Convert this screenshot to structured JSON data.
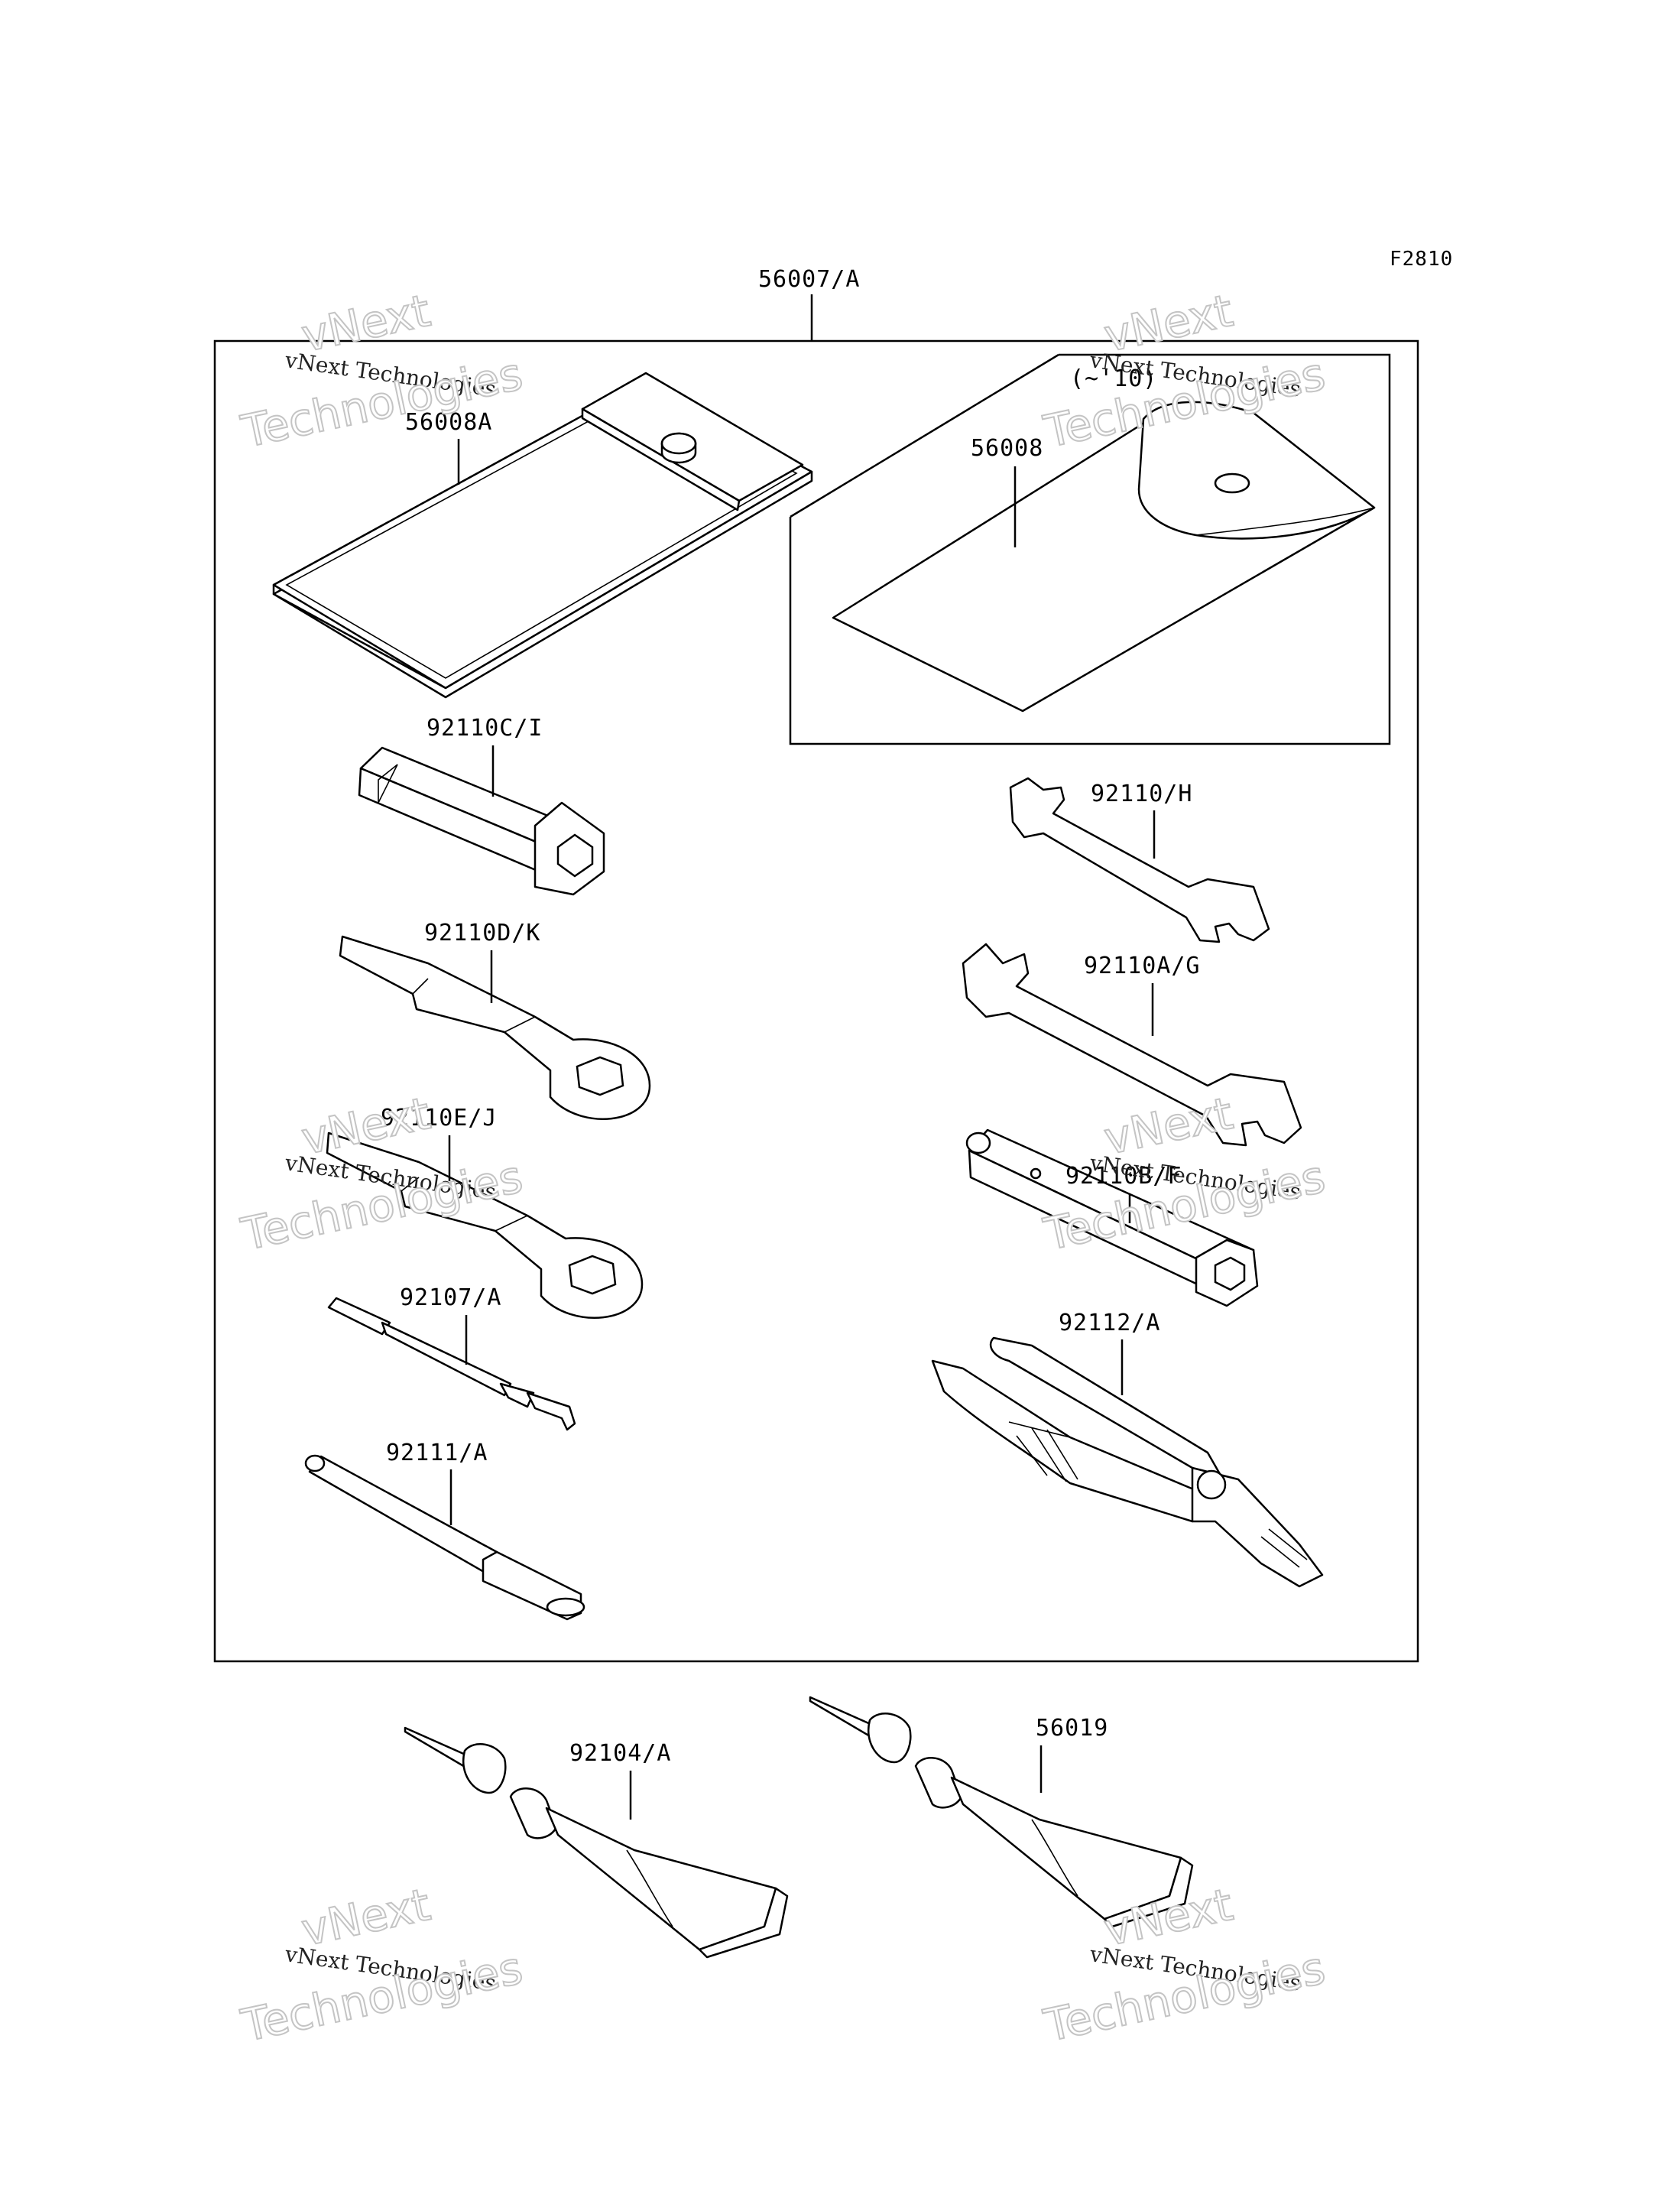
{
  "diagram": {
    "figure_code": "F2810",
    "kit_label": "56007/A",
    "note_label": "(~'10)",
    "part_labels": {
      "bag_a": "56008A",
      "bag_b": "56008",
      "socket": "92110C/I",
      "ring_1": "92110D/K",
      "ring_2": "92110E/J",
      "screwdriver": "92107/A",
      "handle": "92111/A",
      "wrench_small": "92110/H",
      "wrench_large": "92110A/G",
      "plug_wrench": "92110B/F",
      "pliers": "92112/A",
      "tube_1": "92104/A",
      "tube_2": "56019"
    }
  },
  "watermark": {
    "brand": "vNext",
    "line1": "vNext Technologies",
    "line2": "Technologies"
  }
}
